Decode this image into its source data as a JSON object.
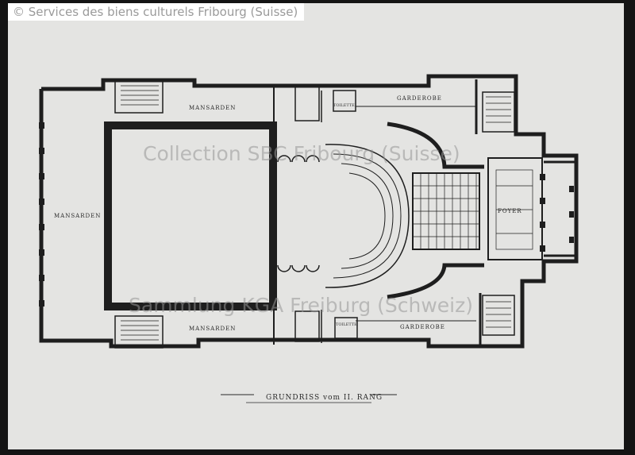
{
  "copyright": "© Services des biens culturels Fribourg (Suisse)",
  "watermarks": [
    "Collection SBC Fribourg (Suisse)",
    "Sammlung KGA Freiburg (Schweiz)"
  ],
  "plan": {
    "title": "GRUNDRISS vom II. RANG",
    "labels": {
      "mansarden_top": "MANSARDEN",
      "mansarden_left": "MANSARDEN",
      "mansarden_bottom": "MANSARDEN",
      "garderobe_top": "GARDEROBE",
      "garderobe_bottom": "GARDEROBE",
      "foyer": "FOYER",
      "toilette_top": "TOILETTE",
      "toilette_bottom": "TOILETTE"
    }
  },
  "colors": {
    "wall": "#1e1e1e",
    "paper": "#e4e4e2",
    "frame": "#141414"
  }
}
